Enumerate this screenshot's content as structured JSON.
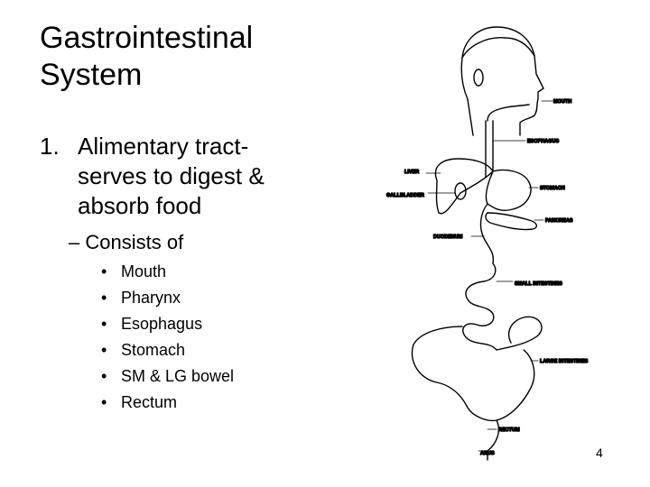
{
  "slide": {
    "title_line1": "Gastrointestinal",
    "title_line2": "System",
    "point_number": "1.",
    "point_line1": "Alimentary tract-",
    "point_line2": "serves to digest &",
    "point_line3": "absorb food",
    "sub_dash": "–",
    "sub_label": "Consists of",
    "bullet": "•",
    "items": [
      "Mouth",
      "Pharynx",
      "Esophagus",
      "Stomach",
      "SM & LG bowel",
      "Rectum"
    ],
    "page_number": "4"
  },
  "diagram": {
    "labels": {
      "mouth": "MOUTH",
      "esophagus": "ESOPHAGUS",
      "liver": "LIVER",
      "gallbladder": "GALLBLADDER",
      "stomach": "STOMACH",
      "pancreas": "PANCREAS",
      "duodenum": "DUODENUM",
      "small_intestines": "SMALL INTESTINES",
      "large_intestines": "LARGE INTESTINES",
      "rectum": "RECTUM",
      "anus": "ANUS"
    }
  }
}
